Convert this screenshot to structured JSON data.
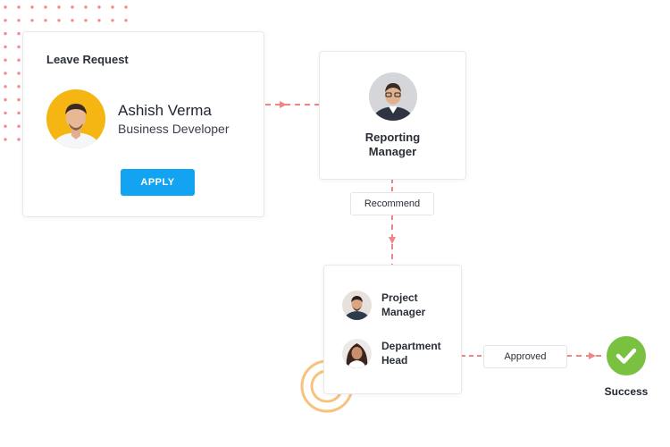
{
  "leave_card": {
    "title": "Leave Request",
    "name": "Ashish Verma",
    "role": "Business Developer",
    "apply_label": "APPLY"
  },
  "reporting_card": {
    "label_line1": "Reporting",
    "label_line2": "Manager"
  },
  "recommend_label": "Recommend",
  "approvers": [
    {
      "line1": "Project",
      "line2": "Manager"
    },
    {
      "line1": "Department",
      "line2": "Head"
    }
  ],
  "approved_label": "Approved",
  "success_label": "Success",
  "colors": {
    "accent_blue": "#12a4f0",
    "connector": "#f08585",
    "dots": "#f28b8b",
    "rings": "#f7c27d",
    "success_green": "#7ac142"
  },
  "icons": {
    "success": "check-circle-icon"
  }
}
